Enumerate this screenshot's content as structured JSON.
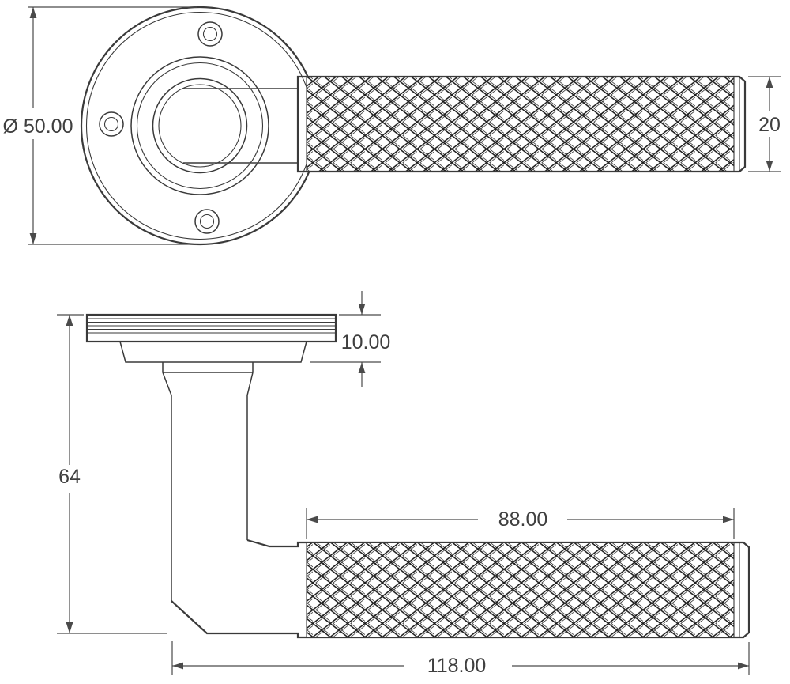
{
  "colors": {
    "line": "#3a3a3a",
    "dimension_line": "#4a4a4a",
    "text": "#3f3f3f",
    "background": "#ffffff"
  },
  "drawing": {
    "dims": {
      "rose_diameter": "Ø 50.00",
      "grip_diameter": "20",
      "rose_thickness": "10.00",
      "handle_projection": "64",
      "grip_length": "88.00",
      "overall_length": "118.00"
    }
  }
}
